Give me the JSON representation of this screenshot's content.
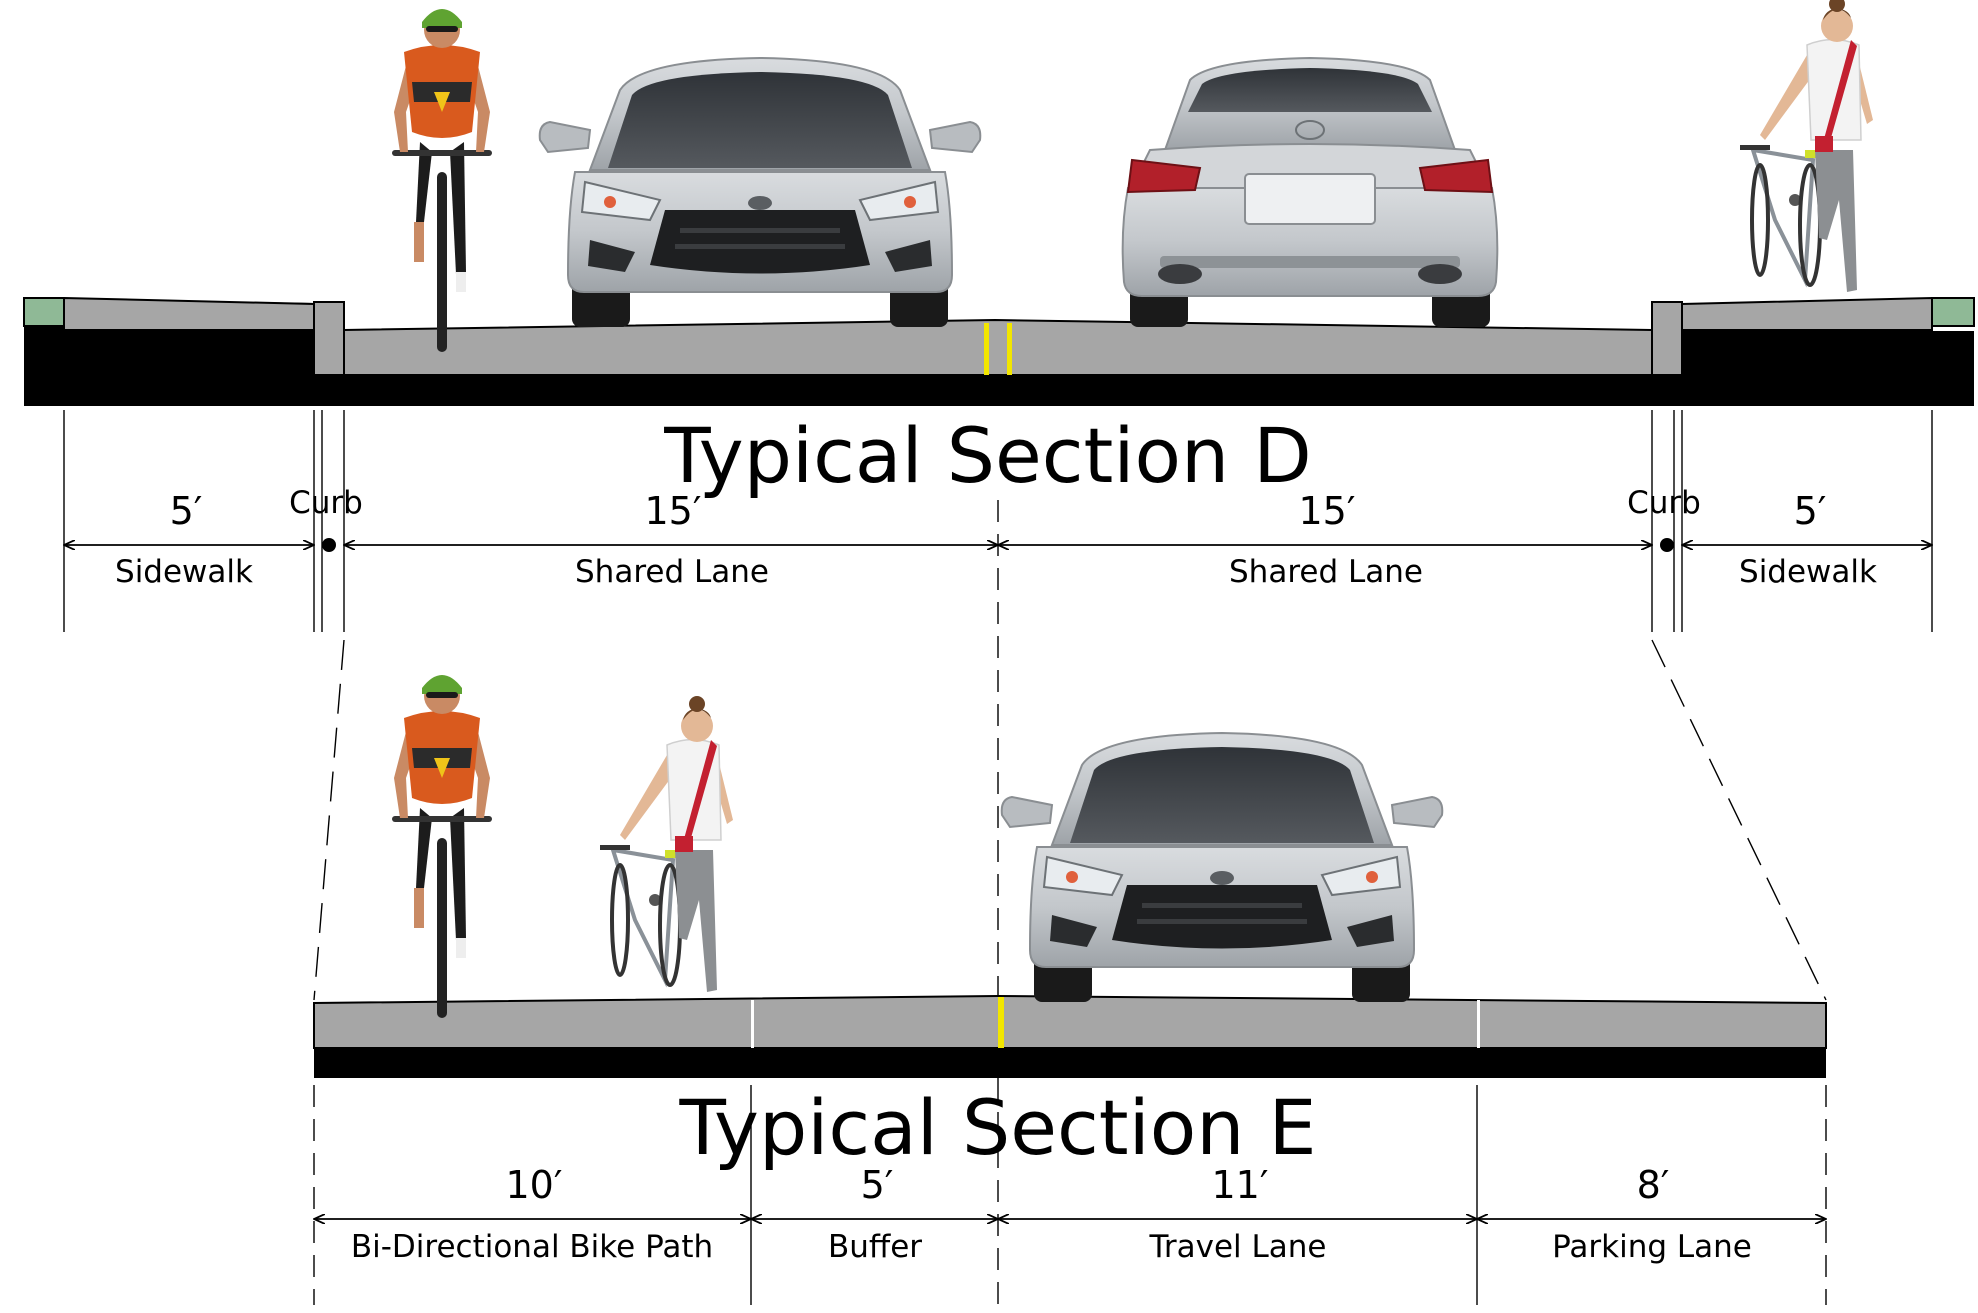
{
  "section_d": {
    "title": "Typical Section D",
    "segments": [
      {
        "width": "5′",
        "label": "Sidewalk"
      },
      {
        "width": "",
        "label": "Curb"
      },
      {
        "width": "15′",
        "label": "Shared Lane"
      },
      {
        "width": "15′",
        "label": "Shared Lane"
      },
      {
        "width": "",
        "label": "Curb"
      },
      {
        "width": "5′",
        "label": "Sidewalk"
      }
    ]
  },
  "section_e": {
    "title": "Typical Section E",
    "segments": [
      {
        "width": "10′",
        "label": "Bi-Directional Bike Path"
      },
      {
        "width": "5′",
        "label": "Buffer"
      },
      {
        "width": "11′",
        "label": "Travel Lane"
      },
      {
        "width": "8′",
        "label": "Parking Lane"
      }
    ]
  },
  "figures": {
    "cyclist": "cyclist-figure",
    "pedestrian_with_bike": "pedestrian-walking-bike-figure",
    "car_front": "silver-car-front-view",
    "car_rear": "silver-car-rear-view"
  },
  "colors": {
    "pavement": "#a6a6a6",
    "base": "#000000",
    "grass": "#8fb996",
    "centerline": "#f2e600",
    "lane_stripe": "#ffffff"
  }
}
